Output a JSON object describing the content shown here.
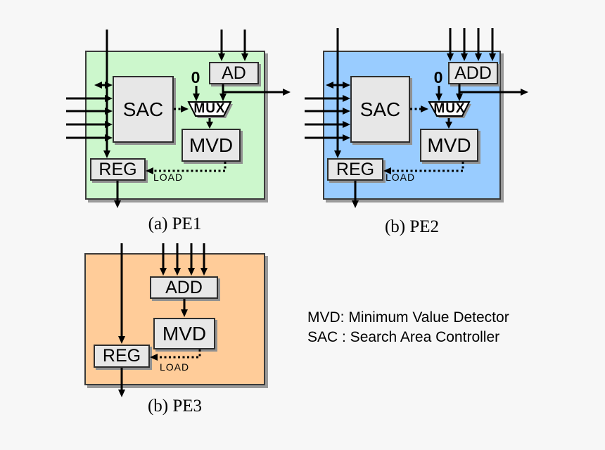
{
  "colors": {
    "page_bg": "#f7f7f7",
    "pe1_bg": "#ccf7cc",
    "pe2_bg": "#99ccff",
    "pe3_bg": "#ffcc99",
    "block_fill": "#e7e7e7",
    "mux_fill": "#ffffff",
    "wire": "#000000",
    "shadow": "#909090"
  },
  "pe1": {
    "caption": "(a) PE1",
    "sac": "SAC",
    "ad": "AD",
    "mux": "MUX",
    "mvd": "MVD",
    "reg": "REG",
    "zero": "0",
    "load": "LOAD"
  },
  "pe2": {
    "caption": "(b) PE2",
    "sac": "SAC",
    "add": "ADD",
    "mux": "MUX",
    "mvd": "MVD",
    "reg": "REG",
    "zero": "0",
    "load": "LOAD"
  },
  "pe3": {
    "caption": "(b) PE3",
    "add": "ADD",
    "mvd": "MVD",
    "reg": "REG",
    "load": "LOAD"
  },
  "legend": {
    "mvd": "MVD: Minimum Value Detector",
    "sac": "SAC : Search Area Controller"
  }
}
